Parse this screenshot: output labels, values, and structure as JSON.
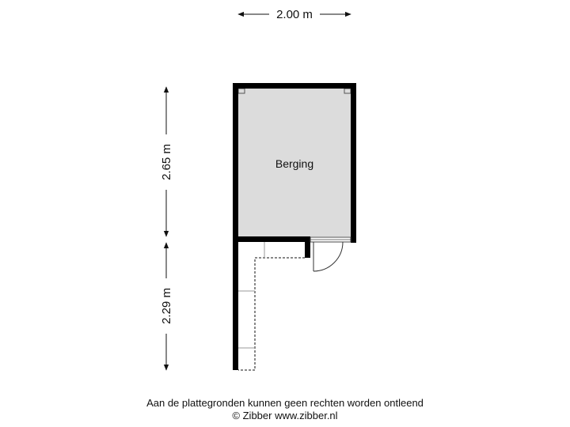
{
  "dimensions": {
    "width": "2.00 m",
    "height_upper": "2.65 m",
    "height_lower": "2.29 m"
  },
  "rooms": [
    {
      "label": "Berging"
    }
  ],
  "footer": {
    "disclaimer": "Aan de plattegronden kunnen geen rechten worden ontleend",
    "copyright": "© Zibber www.zibber.nl"
  },
  "colors": {
    "wall": "#000000",
    "room_fill": "#dcdcdc",
    "dim_line": "#111111"
  }
}
